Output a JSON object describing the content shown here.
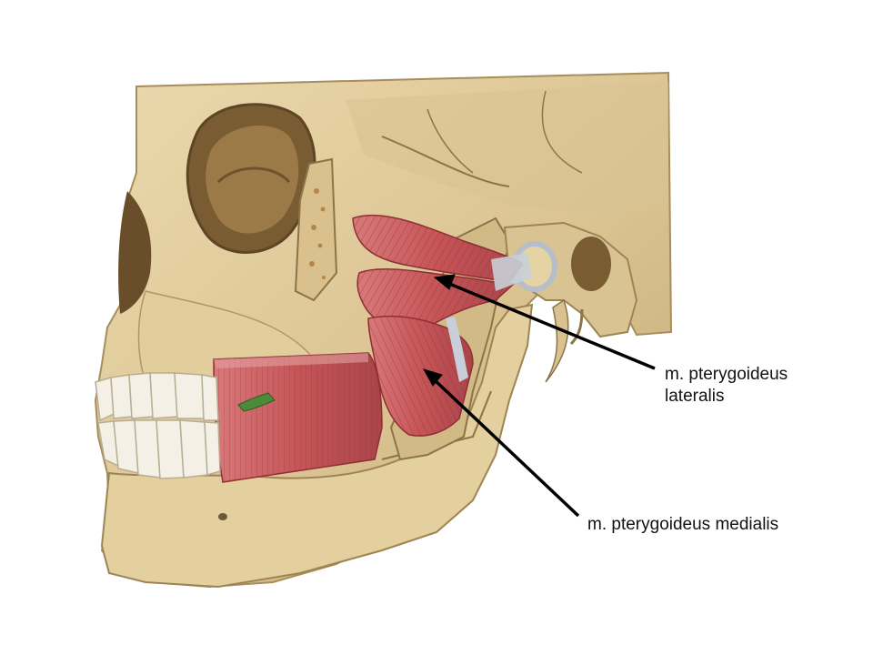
{
  "labels": {
    "lateral": "m. pterygoideus\nlateralis",
    "medial": "m. pterygoideus medialis"
  },
  "colors": {
    "background": "#ffffff",
    "bone": "#e6d3a3",
    "bone_shadow": "#b89e6a",
    "bone_dark": "#6e5a36",
    "muscle": "#c95a5a",
    "muscle_dark": "#8e2f35",
    "tendon": "#c8cfd8",
    "arrow": "#000000",
    "duct": "#4c8a3a"
  },
  "icons": {
    "figure": "skull-lateral-view-with-pterygoid-muscles"
  }
}
